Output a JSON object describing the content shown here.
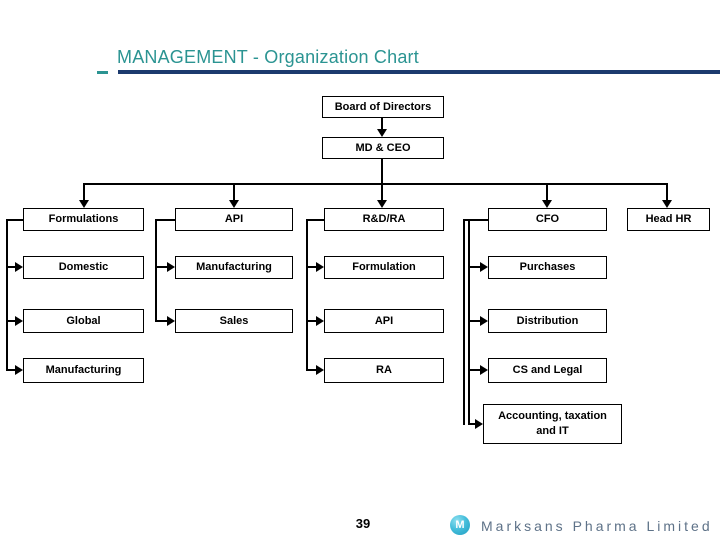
{
  "header": {
    "title": "MANAGEMENT - Organization Chart"
  },
  "org": {
    "root": "Board of Directors",
    "level2": "MD & CEO",
    "departments": [
      {
        "label": "Formulations",
        "children": [
          "Domestic",
          "Global",
          "Manufacturing"
        ]
      },
      {
        "label": "API",
        "children": [
          "Manufacturing",
          "Sales"
        ]
      },
      {
        "label": "R&D/RA",
        "children": [
          "Formulation",
          "API",
          "RA"
        ]
      },
      {
        "label": "CFO",
        "children": [
          "Purchases",
          "Distribution",
          "CS and Legal",
          "Accounting, taxation and IT"
        ]
      },
      {
        "label": "Head HR",
        "children": []
      }
    ]
  },
  "footer": {
    "page_number": "39",
    "brand": "Marksans Pharma Limited",
    "logo_icon": "marksans-globe-icon",
    "logo_letter": "M"
  },
  "colors": {
    "title_teal": "#2B9492",
    "rule_navy": "#1C3A6E",
    "line_black": "#000000",
    "brand_gray": "#5E7288",
    "logo_cyan": "#2FB0D2"
  }
}
